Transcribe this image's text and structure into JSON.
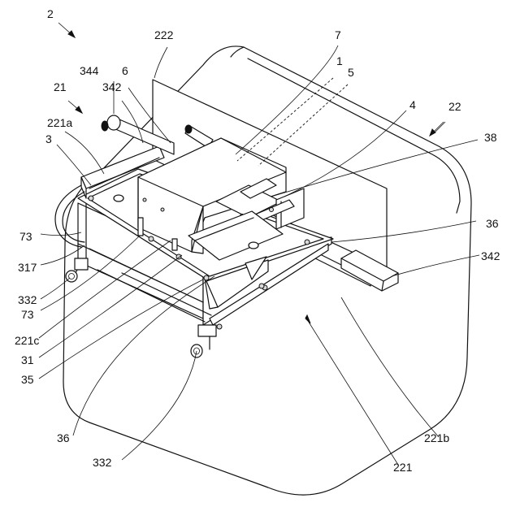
{
  "labels": {
    "n2": "2",
    "n222": "222",
    "n7": "7",
    "n1": "1",
    "n5": "5",
    "n344": "344",
    "n6": "6",
    "n342_top": "342",
    "n21": "21",
    "n4": "4",
    "n22": "22",
    "n221a": "221a",
    "n3": "3",
    "n38": "38",
    "n36_right": "36",
    "n73_top": "73",
    "n342_right": "342",
    "n317": "317",
    "n332_left": "332",
    "n73_bottom": "73",
    "n221c": "221c",
    "n31": "31",
    "n35": "35",
    "n36_bottom": "36",
    "n221b": "221b",
    "n332_bottom": "332",
    "n221": "221"
  }
}
